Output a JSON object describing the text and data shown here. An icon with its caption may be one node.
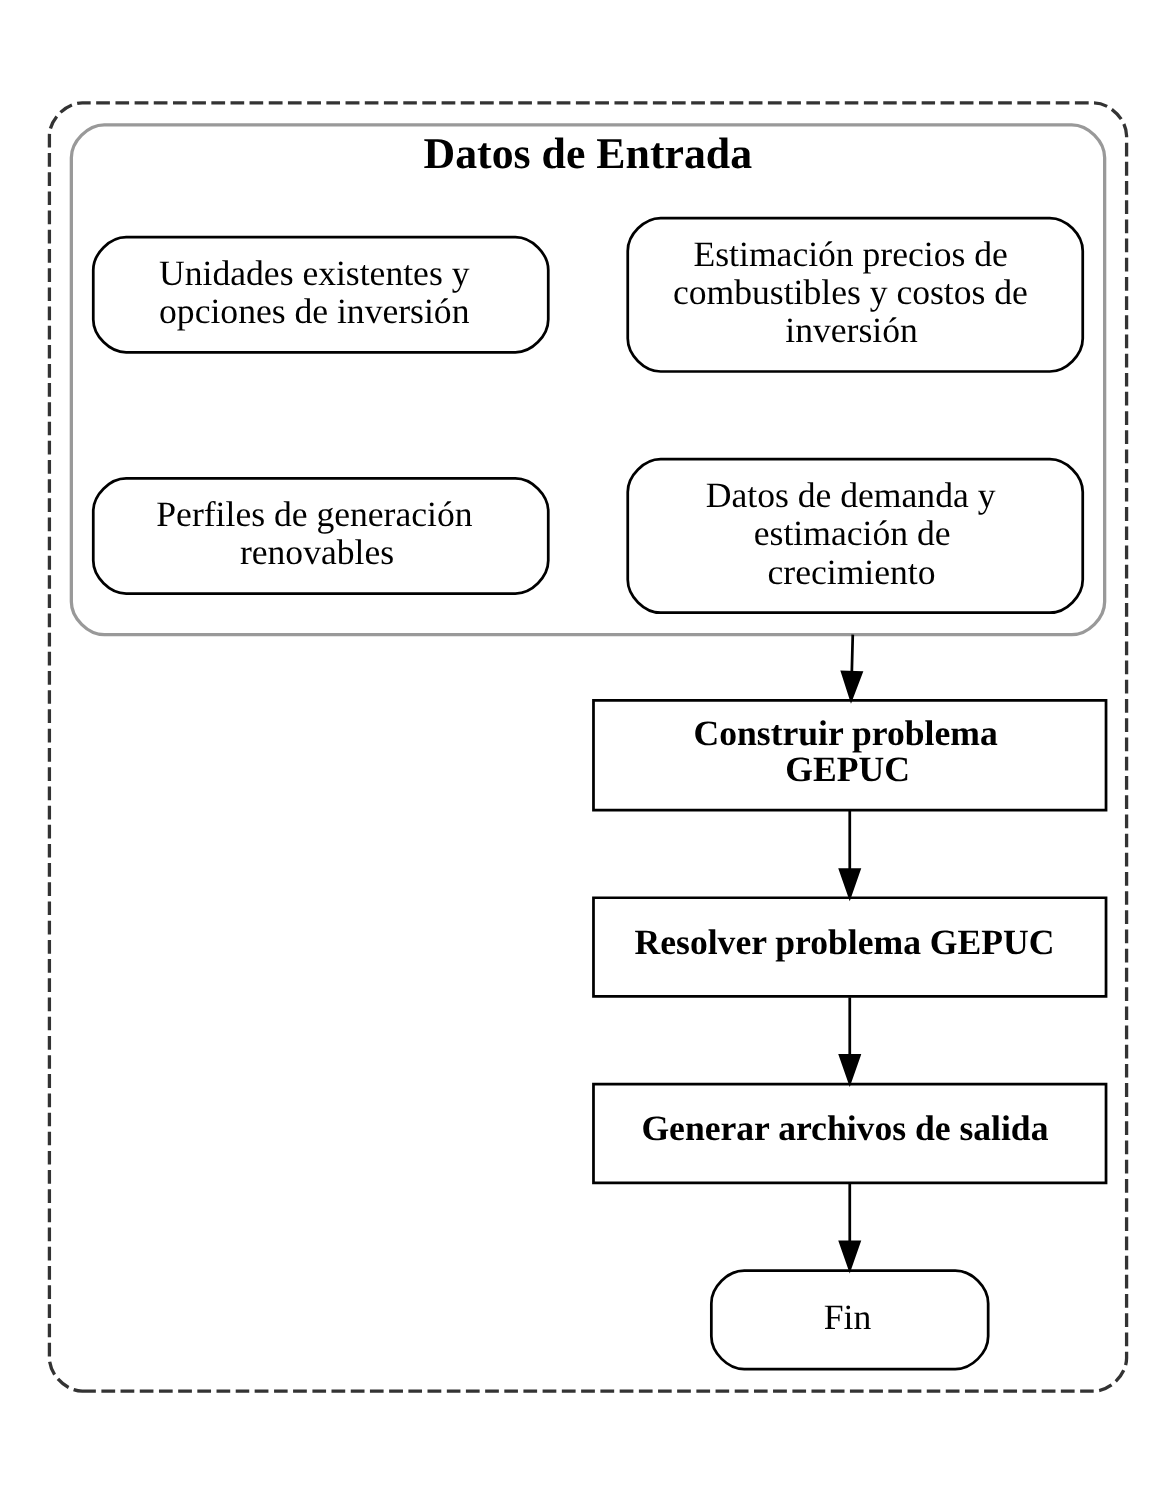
{
  "diagram": {
    "nodes": [
      {
        "text": [],
        "shape": "box"
      },
      {
        "text": [
          "Datos de Entrada"
        ],
        "in": 0
      },
      {
        "text": [
          "Estimación precios de combustibles y costos de inversión"
        ],
        "in": 1
      },
      {
        "text": [
          "Unidades existentes y opciones de inversión"
        ],
        "in": 1
      },
      {
        "text": [
          "Datos de demanda y estimación de crecimiento"
        ],
        "in": 1
      },
      {
        "text": [
          "Perfiles de generación renovables"
        ],
        "in": 1
      },
      {
        "text": [
          "Construir problema GEPUC"
        ],
        "in": 0
      },
      {
        "text": [
          "Resolver problema GEPUC"
        ],
        "in": 0
      },
      {
        "text": [
          "Generar archivos de salida"
        ],
        "in": 0
      },
      {
        "text": [
          "Fin"
        ],
        "in": 0
      }
    ],
    "edges": [
      {
        "from": 1,
        "to": 6,
        "arrow": "to"
      },
      {
        "from": 6,
        "to": 7,
        "arrow": "to"
      },
      {
        "from": 7,
        "to": 8,
        "arrow": "to"
      },
      {
        "from": 8,
        "to": 9,
        "arrow": "to"
      }
    ]
  }
}
